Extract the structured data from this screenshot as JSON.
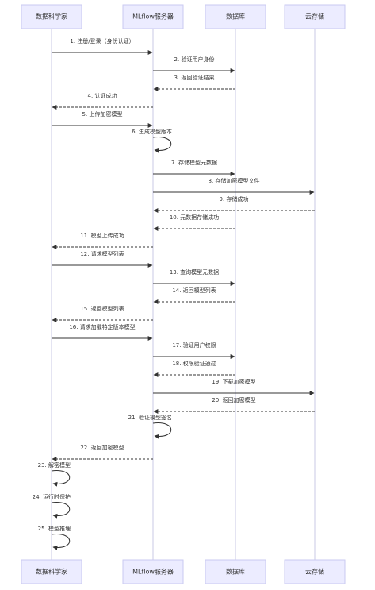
{
  "actors": [
    "数据科学家",
    "MLflow服务器",
    "数据库",
    "云存储"
  ],
  "messages": [
    {
      "from": 0,
      "to": 1,
      "text": "1. 注册/登录（身份认证）",
      "dashed": false
    },
    {
      "from": 1,
      "to": 2,
      "text": "2. 验证用户身份",
      "dashed": false
    },
    {
      "from": 2,
      "to": 1,
      "text": "3. 返回验证结果",
      "dashed": true
    },
    {
      "from": 1,
      "to": 0,
      "text": "4. 认证成功",
      "dashed": true
    },
    {
      "from": 0,
      "to": 1,
      "text": "5. 上传加密模型",
      "dashed": false
    },
    {
      "from": 1,
      "to": 1,
      "text": "6. 生成模型版本",
      "dashed": false
    },
    {
      "from": 1,
      "to": 2,
      "text": "7. 存储模型元数据",
      "dashed": false
    },
    {
      "from": 1,
      "to": 3,
      "text": "8. 存储加密模型文件",
      "dashed": false
    },
    {
      "from": 3,
      "to": 1,
      "text": "9. 存储成功",
      "dashed": true
    },
    {
      "from": 2,
      "to": 1,
      "text": "10. 元数据存储成功",
      "dashed": true
    },
    {
      "from": 1,
      "to": 0,
      "text": "11. 模型上传成功",
      "dashed": true
    },
    {
      "from": 0,
      "to": 1,
      "text": "12. 请求模型列表",
      "dashed": false
    },
    {
      "from": 1,
      "to": 2,
      "text": "13. 查询模型元数据",
      "dashed": false
    },
    {
      "from": 2,
      "to": 1,
      "text": "14. 返回模型列表",
      "dashed": true
    },
    {
      "from": 1,
      "to": 0,
      "text": "15. 返回模型列表",
      "dashed": true
    },
    {
      "from": 0,
      "to": 1,
      "text": "16. 请求加载特定版本模型",
      "dashed": false
    },
    {
      "from": 1,
      "to": 2,
      "text": "17. 验证用户权限",
      "dashed": false
    },
    {
      "from": 2,
      "to": 1,
      "text": "18. 权限验证通过",
      "dashed": true
    },
    {
      "from": 1,
      "to": 3,
      "text": "19. 下载加密模型",
      "dashed": false
    },
    {
      "from": 3,
      "to": 1,
      "text": "20. 返回加密模型",
      "dashed": true
    },
    {
      "from": 1,
      "to": 1,
      "text": "21. 验证模型签名",
      "dashed": false
    },
    {
      "from": 1,
      "to": 0,
      "text": "22. 返回加密模型",
      "dashed": true
    },
    {
      "from": 0,
      "to": 0,
      "text": "23. 解密模型",
      "dashed": false
    },
    {
      "from": 0,
      "to": 0,
      "text": "24. 运行时保护",
      "dashed": false
    },
    {
      "from": 0,
      "to": 0,
      "text": "25. 模型推理",
      "dashed": false
    }
  ]
}
